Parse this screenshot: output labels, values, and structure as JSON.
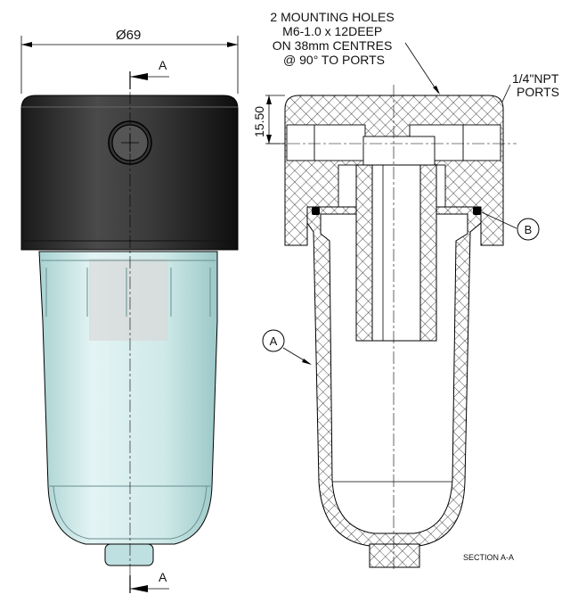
{
  "left_view": {
    "diameter_dim": "Ø69",
    "section_mark_top": "A",
    "section_mark_bottom": "A"
  },
  "section_view": {
    "note_lines": [
      "2 MOUNTING HOLES",
      "M6-1.0 x 12DEEP",
      "ON 38mm CENTRES",
      "@ 90° TO PORTS"
    ],
    "ports_label_lines": [
      "1/4\"NPT",
      "PORTS"
    ],
    "height_dim": "15.50",
    "balloon_a": "A",
    "balloon_b": "B",
    "caption": "SECTION A-A"
  },
  "colors": {
    "cap": "#2b2b2b",
    "bowl": "#cfe9e9"
  }
}
